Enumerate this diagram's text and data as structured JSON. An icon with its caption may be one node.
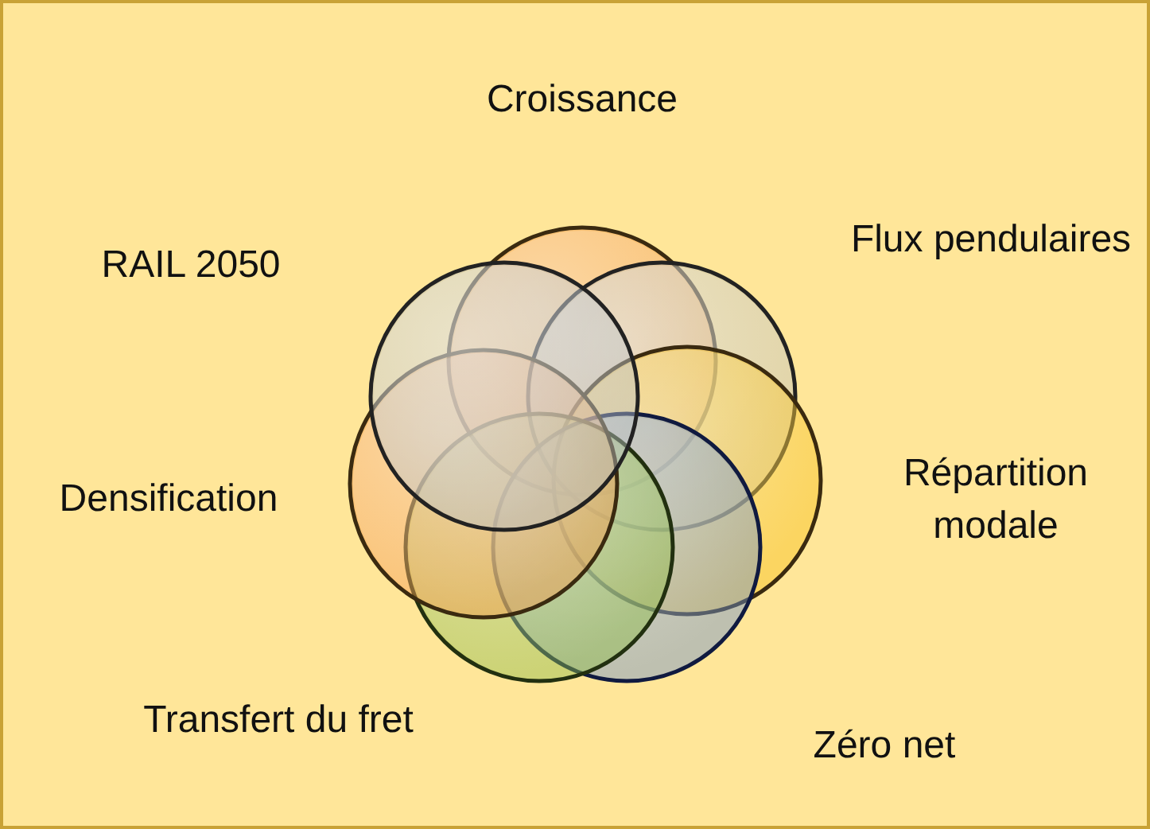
{
  "diagram": {
    "nodes": [
      {
        "text": [],
        "shape": "circle"
      },
      {
        "text": [],
        "shape": "circle"
      },
      {
        "text": [],
        "shape": "circle"
      },
      {
        "text": [],
        "shape": "circle"
      },
      {
        "text": [],
        "shape": "circle"
      },
      {
        "text": [],
        "shape": "circle"
      },
      {
        "text": [],
        "shape": "circle"
      }
    ],
    "labels": [
      "Croissance",
      "RAIL 2050",
      "Flux pendulaires",
      "Répartition modale",
      "Densification",
      "Transfert du fret",
      "Zéro net"
    ]
  }
}
